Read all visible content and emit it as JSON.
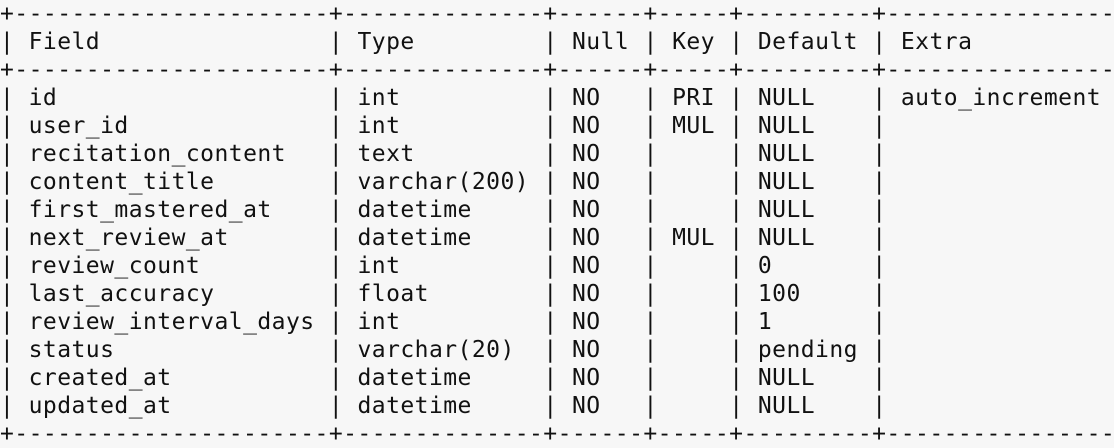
{
  "table": {
    "columns": [
      "Field",
      "Type",
      "Null",
      "Key",
      "Default",
      "Extra"
    ],
    "rows": [
      {
        "field": "id",
        "type": "int",
        "null": "NO",
        "key": "PRI",
        "default": "NULL",
        "extra": "auto_increment"
      },
      {
        "field": "user_id",
        "type": "int",
        "null": "NO",
        "key": "MUL",
        "default": "NULL",
        "extra": ""
      },
      {
        "field": "recitation_content",
        "type": "text",
        "null": "NO",
        "key": "",
        "default": "NULL",
        "extra": ""
      },
      {
        "field": "content_title",
        "type": "varchar(200)",
        "null": "NO",
        "key": "",
        "default": "NULL",
        "extra": ""
      },
      {
        "field": "first_mastered_at",
        "type": "datetime",
        "null": "NO",
        "key": "",
        "default": "NULL",
        "extra": ""
      },
      {
        "field": "next_review_at",
        "type": "datetime",
        "null": "NO",
        "key": "MUL",
        "default": "NULL",
        "extra": ""
      },
      {
        "field": "review_count",
        "type": "int",
        "null": "NO",
        "key": "",
        "default": "0",
        "extra": ""
      },
      {
        "field": "last_accuracy",
        "type": "float",
        "null": "NO",
        "key": "",
        "default": "100",
        "extra": ""
      },
      {
        "field": "review_interval_days",
        "type": "int",
        "null": "NO",
        "key": "",
        "default": "1",
        "extra": ""
      },
      {
        "field": "status",
        "type": "varchar(20)",
        "null": "NO",
        "key": "",
        "default": "pending",
        "extra": ""
      },
      {
        "field": "created_at",
        "type": "datetime",
        "null": "NO",
        "key": "",
        "default": "NULL",
        "extra": ""
      },
      {
        "field": "updated_at",
        "type": "datetime",
        "null": "NO",
        "key": "",
        "default": "NULL",
        "extra": ""
      }
    ]
  }
}
